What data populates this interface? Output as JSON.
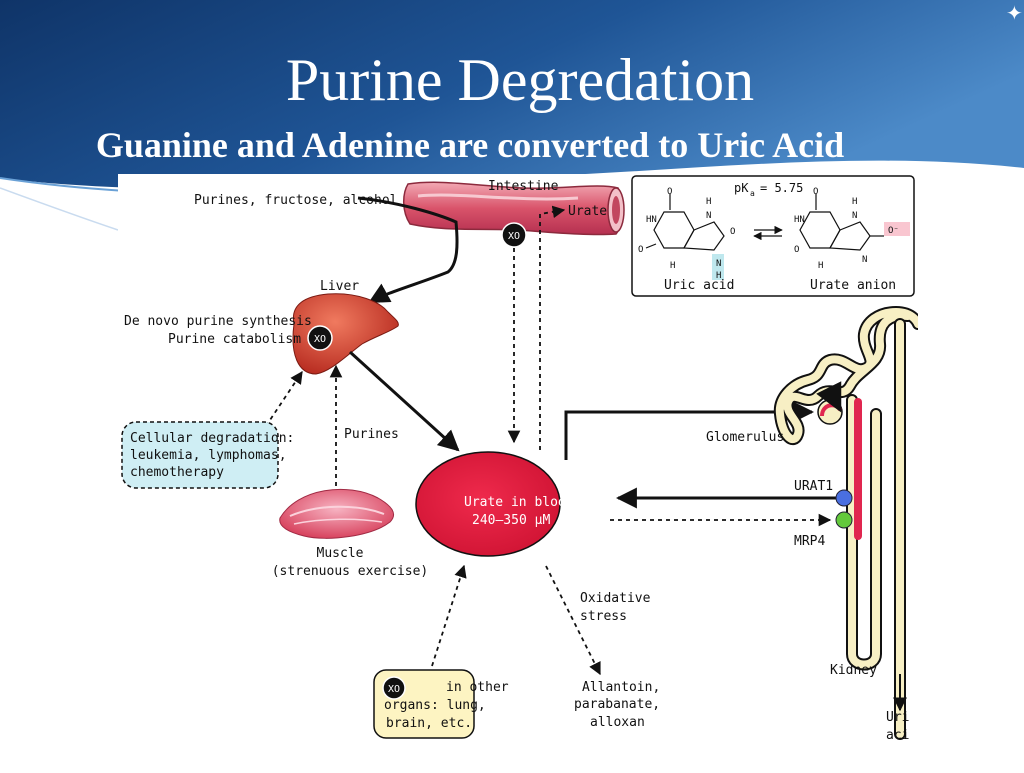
{
  "slide": {
    "title": "Purine Degredation",
    "subtitle": "Guanine and Adenine are converted to Uric Acid",
    "colors": {
      "blue_dark": "#0d2f63",
      "blue_light": "#3d7ec0",
      "blood_red": "#e31b3f",
      "xo_black": "#111111",
      "cell_box": "#cfeef4",
      "organ_box": "#fdf4c2",
      "urat1_blue": "#4a6fe0",
      "mrp4_green": "#63c93b",
      "nephron": "#f7efc4"
    }
  },
  "diagram": {
    "intestine": "Intestine",
    "intestine_input": "Purines, fructose, alcohol",
    "urate_label": "Urate",
    "xo": "XO",
    "liver": "Liver",
    "liver_line1": "De novo purine synthesis",
    "liver_line2": "Purine  catabolism",
    "cellular_line1": "Cellular degradation:",
    "cellular_line2": "leukemia, lymphomas,",
    "cellular_line3": "chemotherapy",
    "purines": "Purines",
    "muscle_line1": "Muscle",
    "muscle_line2": "(strenuous exercise)",
    "blood_line1": "Urate in blood",
    "blood_line2": "240–350 μM",
    "oxidative_line1": "Oxidative",
    "oxidative_line2": "stress",
    "allantoin_line1": "Allantoin,",
    "allantoin_line2": "parabanate,",
    "allantoin_line3": "alloxan",
    "other_line1": "in other",
    "other_line2": "organs: lung,",
    "other_line3": "brain, etc.",
    "glomerulus": "Glomerulus",
    "urat1": "URAT1",
    "mrp4": "MRP4",
    "kidney": "Kidney",
    "urine_line1": "Uri",
    "urine_line2": "aci"
  },
  "chemistry": {
    "pka": "pK",
    "pka_sub": "a",
    "pka_value": "= 5.75",
    "uric_acid": "Uric acid",
    "urate_anion": "Urate anion",
    "atom_O": "O",
    "atom_H": "H",
    "atom_N": "N",
    "atom_HN": "HN",
    "atom_Ominus": "O⁻"
  }
}
